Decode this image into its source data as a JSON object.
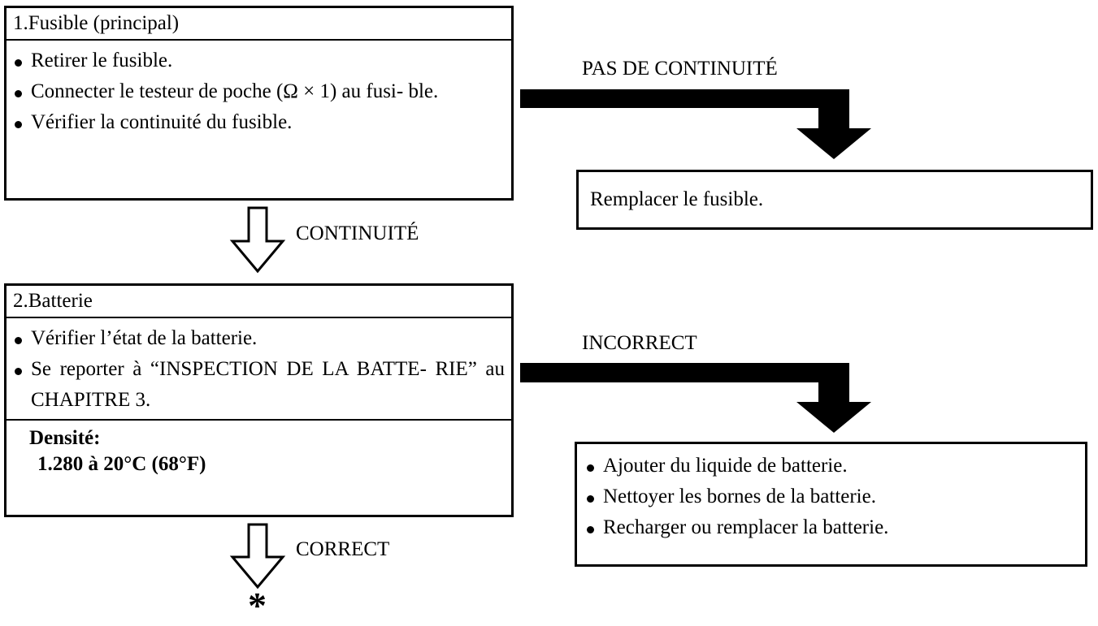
{
  "step1": {
    "title": "1.Fusible (principal)",
    "items": [
      "Retirer le fusible.",
      "Connecter le testeur de poche (Ω × 1) au fusi- ble.",
      "Vérifier la continuité du fusible."
    ]
  },
  "step1_no": {
    "label": "PAS DE CONTINUITÉ",
    "action": "Remplacer le fusible."
  },
  "step1_yes": {
    "label": "CONTINUITÉ"
  },
  "step2": {
    "title": "2.Batterie",
    "item": "Vérifier l’état de la batterie.",
    "ref": "Se reporter à “INSPECTION DE LA BATTE- RIE” au CHAPITRE 3.",
    "spec_label": "Densité:",
    "spec_value": "1.280 à 20°C (68°F)"
  },
  "step2_no": {
    "label": "INCORRECT",
    "actions": [
      "Ajouter du liquide de batterie.",
      "Nettoyer les bornes de la batterie.",
      "Recharger ou remplacer la batterie."
    ]
  },
  "step2_yes": {
    "label": "CORRECT"
  },
  "continuation_symbol": "*"
}
